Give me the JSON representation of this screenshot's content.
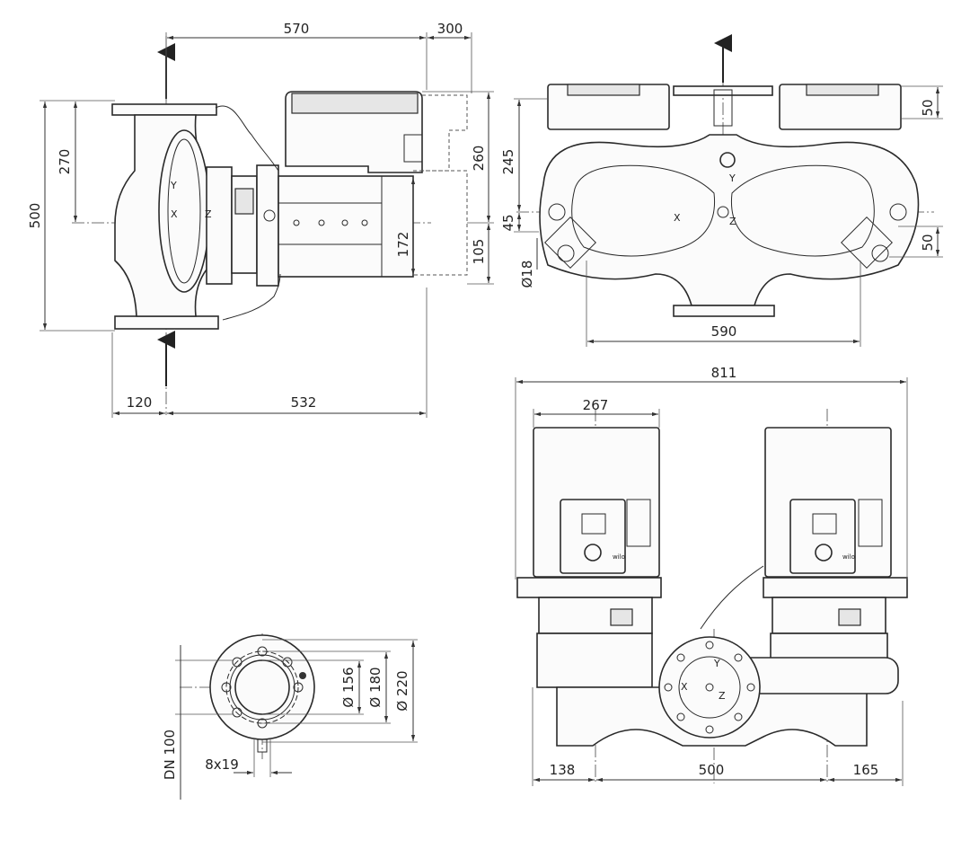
{
  "dimensions": {
    "side_view": {
      "top_width": "570",
      "top_extra": "300",
      "total_height": "500",
      "upper_height": "270",
      "right_upper": "260",
      "right_lower": "105",
      "motor_height": "172",
      "bottom_left": "120",
      "bottom_right": "532"
    },
    "top_view": {
      "height_245": "245",
      "height_45": "45",
      "right_50_top": "50",
      "right_50_bottom": "50",
      "hole_diameter": "Ø18",
      "width_590": "590"
    },
    "front_view": {
      "total_width": "811",
      "module_width": "267",
      "bottom_left": "138",
      "bottom_mid": "500",
      "bottom_right": "165"
    },
    "flange_view": {
      "d156": "Ø 156",
      "d180": "Ø 180",
      "d220": "Ø 220",
      "dn": "DN 100",
      "bolts": "8x19"
    }
  },
  "axis_labels": {
    "x": "X",
    "y": "Y",
    "z": "Z"
  },
  "brand_mark": "wilo"
}
